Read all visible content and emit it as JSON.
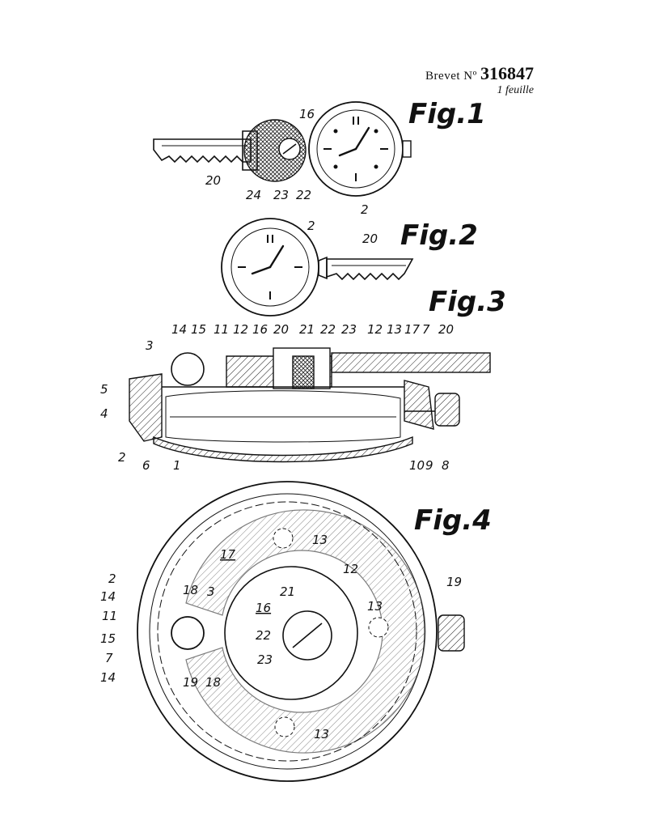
{
  "header": {
    "brevet_label": "Brevet",
    "no_symbol": "Nº",
    "number": "316847",
    "sheet_count": "1 feuille"
  },
  "figures": {
    "fig1": {
      "label": "Fig.1",
      "refs": [
        "16",
        "20",
        "24",
        "23",
        "22",
        "2"
      ]
    },
    "fig2": {
      "label": "Fig.2",
      "refs": [
        "2",
        "20"
      ]
    },
    "fig3": {
      "label": "Fig.3",
      "refs": [
        "14",
        "15",
        "11",
        "12",
        "16",
        "20",
        "21",
        "22",
        "23",
        "12",
        "13",
        "17",
        "7",
        "20",
        "3",
        "5",
        "4",
        "2",
        "6",
        "1",
        "10",
        "9",
        "8"
      ]
    },
    "fig4": {
      "label": "Fig.4",
      "refs": [
        "13",
        "17",
        "12",
        "19",
        "2",
        "18",
        "3",
        "14",
        "21",
        "16",
        "13",
        "11",
        "22",
        "15",
        "7",
        "23",
        "14",
        "18",
        "19",
        "13"
      ]
    }
  }
}
